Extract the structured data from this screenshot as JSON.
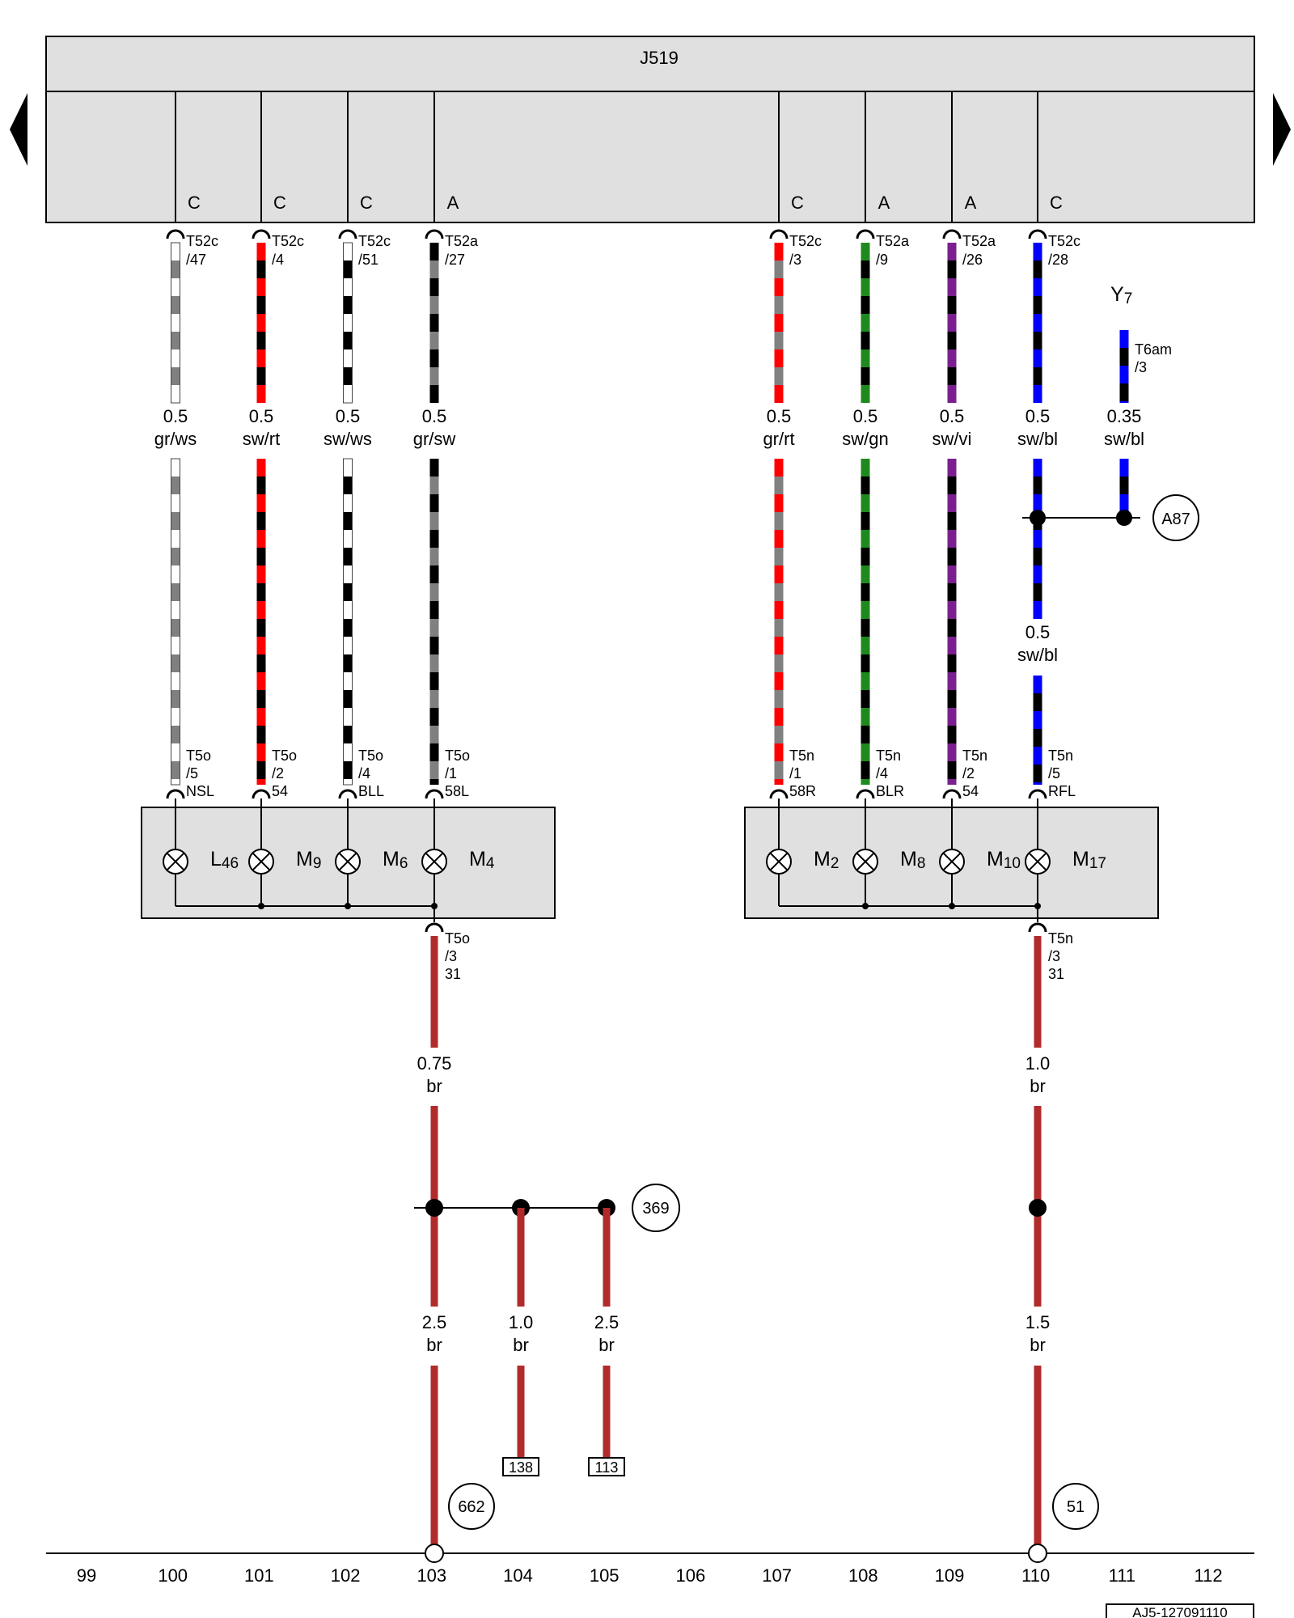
{
  "module": {
    "label": "J519"
  },
  "pos_numbers": [
    "99",
    "100",
    "101",
    "102",
    "103",
    "104",
    "105",
    "106",
    "107",
    "108",
    "109",
    "110",
    "111",
    "112"
  ],
  "image_ref": "AJ5-127091110",
  "wires": [
    {
      "sub": "C",
      "conn": "T52c",
      "pin": "/47",
      "size": "0.5",
      "color": "gr/ws",
      "bot_conn": "T5o",
      "bot_pin": "/5",
      "bot_func": "NSL"
    },
    {
      "sub": "C",
      "conn": "T52c",
      "pin": "/4",
      "size": "0.5",
      "color": "sw/rt",
      "bot_conn": "T5o",
      "bot_pin": "/2",
      "bot_func": "54"
    },
    {
      "sub": "C",
      "conn": "T52c",
      "pin": "/51",
      "size": "0.5",
      "color": "sw/ws",
      "bot_conn": "T5o",
      "bot_pin": "/4",
      "bot_func": "BLL"
    },
    {
      "sub": "A",
      "conn": "T52a",
      "pin": "/27",
      "size": "0.5",
      "color": "gr/sw",
      "bot_conn": "T5o",
      "bot_pin": "/1",
      "bot_func": "58L"
    },
    {
      "sub": "C",
      "conn": "T52c",
      "pin": "/3",
      "size": "0.5",
      "color": "gr/rt",
      "bot_conn": "T5n",
      "bot_pin": "/1",
      "bot_func": "58R"
    },
    {
      "sub": "A",
      "conn": "T52a",
      "pin": "/9",
      "size": "0.5",
      "color": "sw/gn",
      "bot_conn": "T5n",
      "bot_pin": "/4",
      "bot_func": "BLR"
    },
    {
      "sub": "A",
      "conn": "T52a",
      "pin": "/26",
      "size": "0.5",
      "color": "sw/vi",
      "bot_conn": "T5n",
      "bot_pin": "/2",
      "bot_func": "54"
    },
    {
      "sub": "C",
      "conn": "T52c",
      "pin": "/28",
      "size": "0.5",
      "color": "sw/bl",
      "bot_conn": "T5n",
      "bot_pin": "/5",
      "bot_func": "RFL"
    }
  ],
  "y7": {
    "label": "Y",
    "sub": "7",
    "conn": "T6am",
    "pin": "/3",
    "size": "0.35",
    "color": "sw/bl",
    "ref": "A87"
  },
  "y7_lower_wire": {
    "size": "0.5",
    "color": "sw/bl"
  },
  "left_unit": {
    "bulbs": [
      {
        "label": "L",
        "sub": "46"
      },
      {
        "label": "M",
        "sub": "9"
      },
      {
        "label": "M",
        "sub": "6"
      },
      {
        "label": "M",
        "sub": "4"
      }
    ],
    "gnd_conn": "T5o",
    "gnd_pin": "/3",
    "gnd_func": "31"
  },
  "right_unit": {
    "bulbs": [
      {
        "label": "M",
        "sub": "2"
      },
      {
        "label": "M",
        "sub": "8"
      },
      {
        "label": "M",
        "sub": "10"
      },
      {
        "label": "M",
        "sub": "17"
      }
    ],
    "gnd_conn": "T5n",
    "gnd_pin": "/3",
    "gnd_func": "31"
  },
  "ground_left": {
    "upper": {
      "size": "0.75",
      "color": "br"
    },
    "lower": [
      {
        "size": "2.5",
        "color": "br"
      },
      {
        "size": "1.0",
        "color": "br"
      },
      {
        "size": "2.5",
        "color": "br"
      }
    ],
    "junction_ref": "369",
    "refs": [
      "138",
      "113"
    ],
    "ground_ref": "662"
  },
  "ground_right": {
    "upper": {
      "size": "1.0",
      "color": "br"
    },
    "lower": {
      "size": "1.5",
      "color": "br"
    },
    "ground_ref": "51"
  },
  "colors": {
    "gr": "#808080",
    "ws": "#ffffff",
    "sw": "#000000",
    "rt": "#ff0000",
    "gn": "#1e8a1e",
    "vi": "#7a1f8f",
    "bl": "#0000ff",
    "br": "#b22b2b",
    "module_fill": "#e0e0e0",
    "unit_fill": "#e0e0e0"
  }
}
